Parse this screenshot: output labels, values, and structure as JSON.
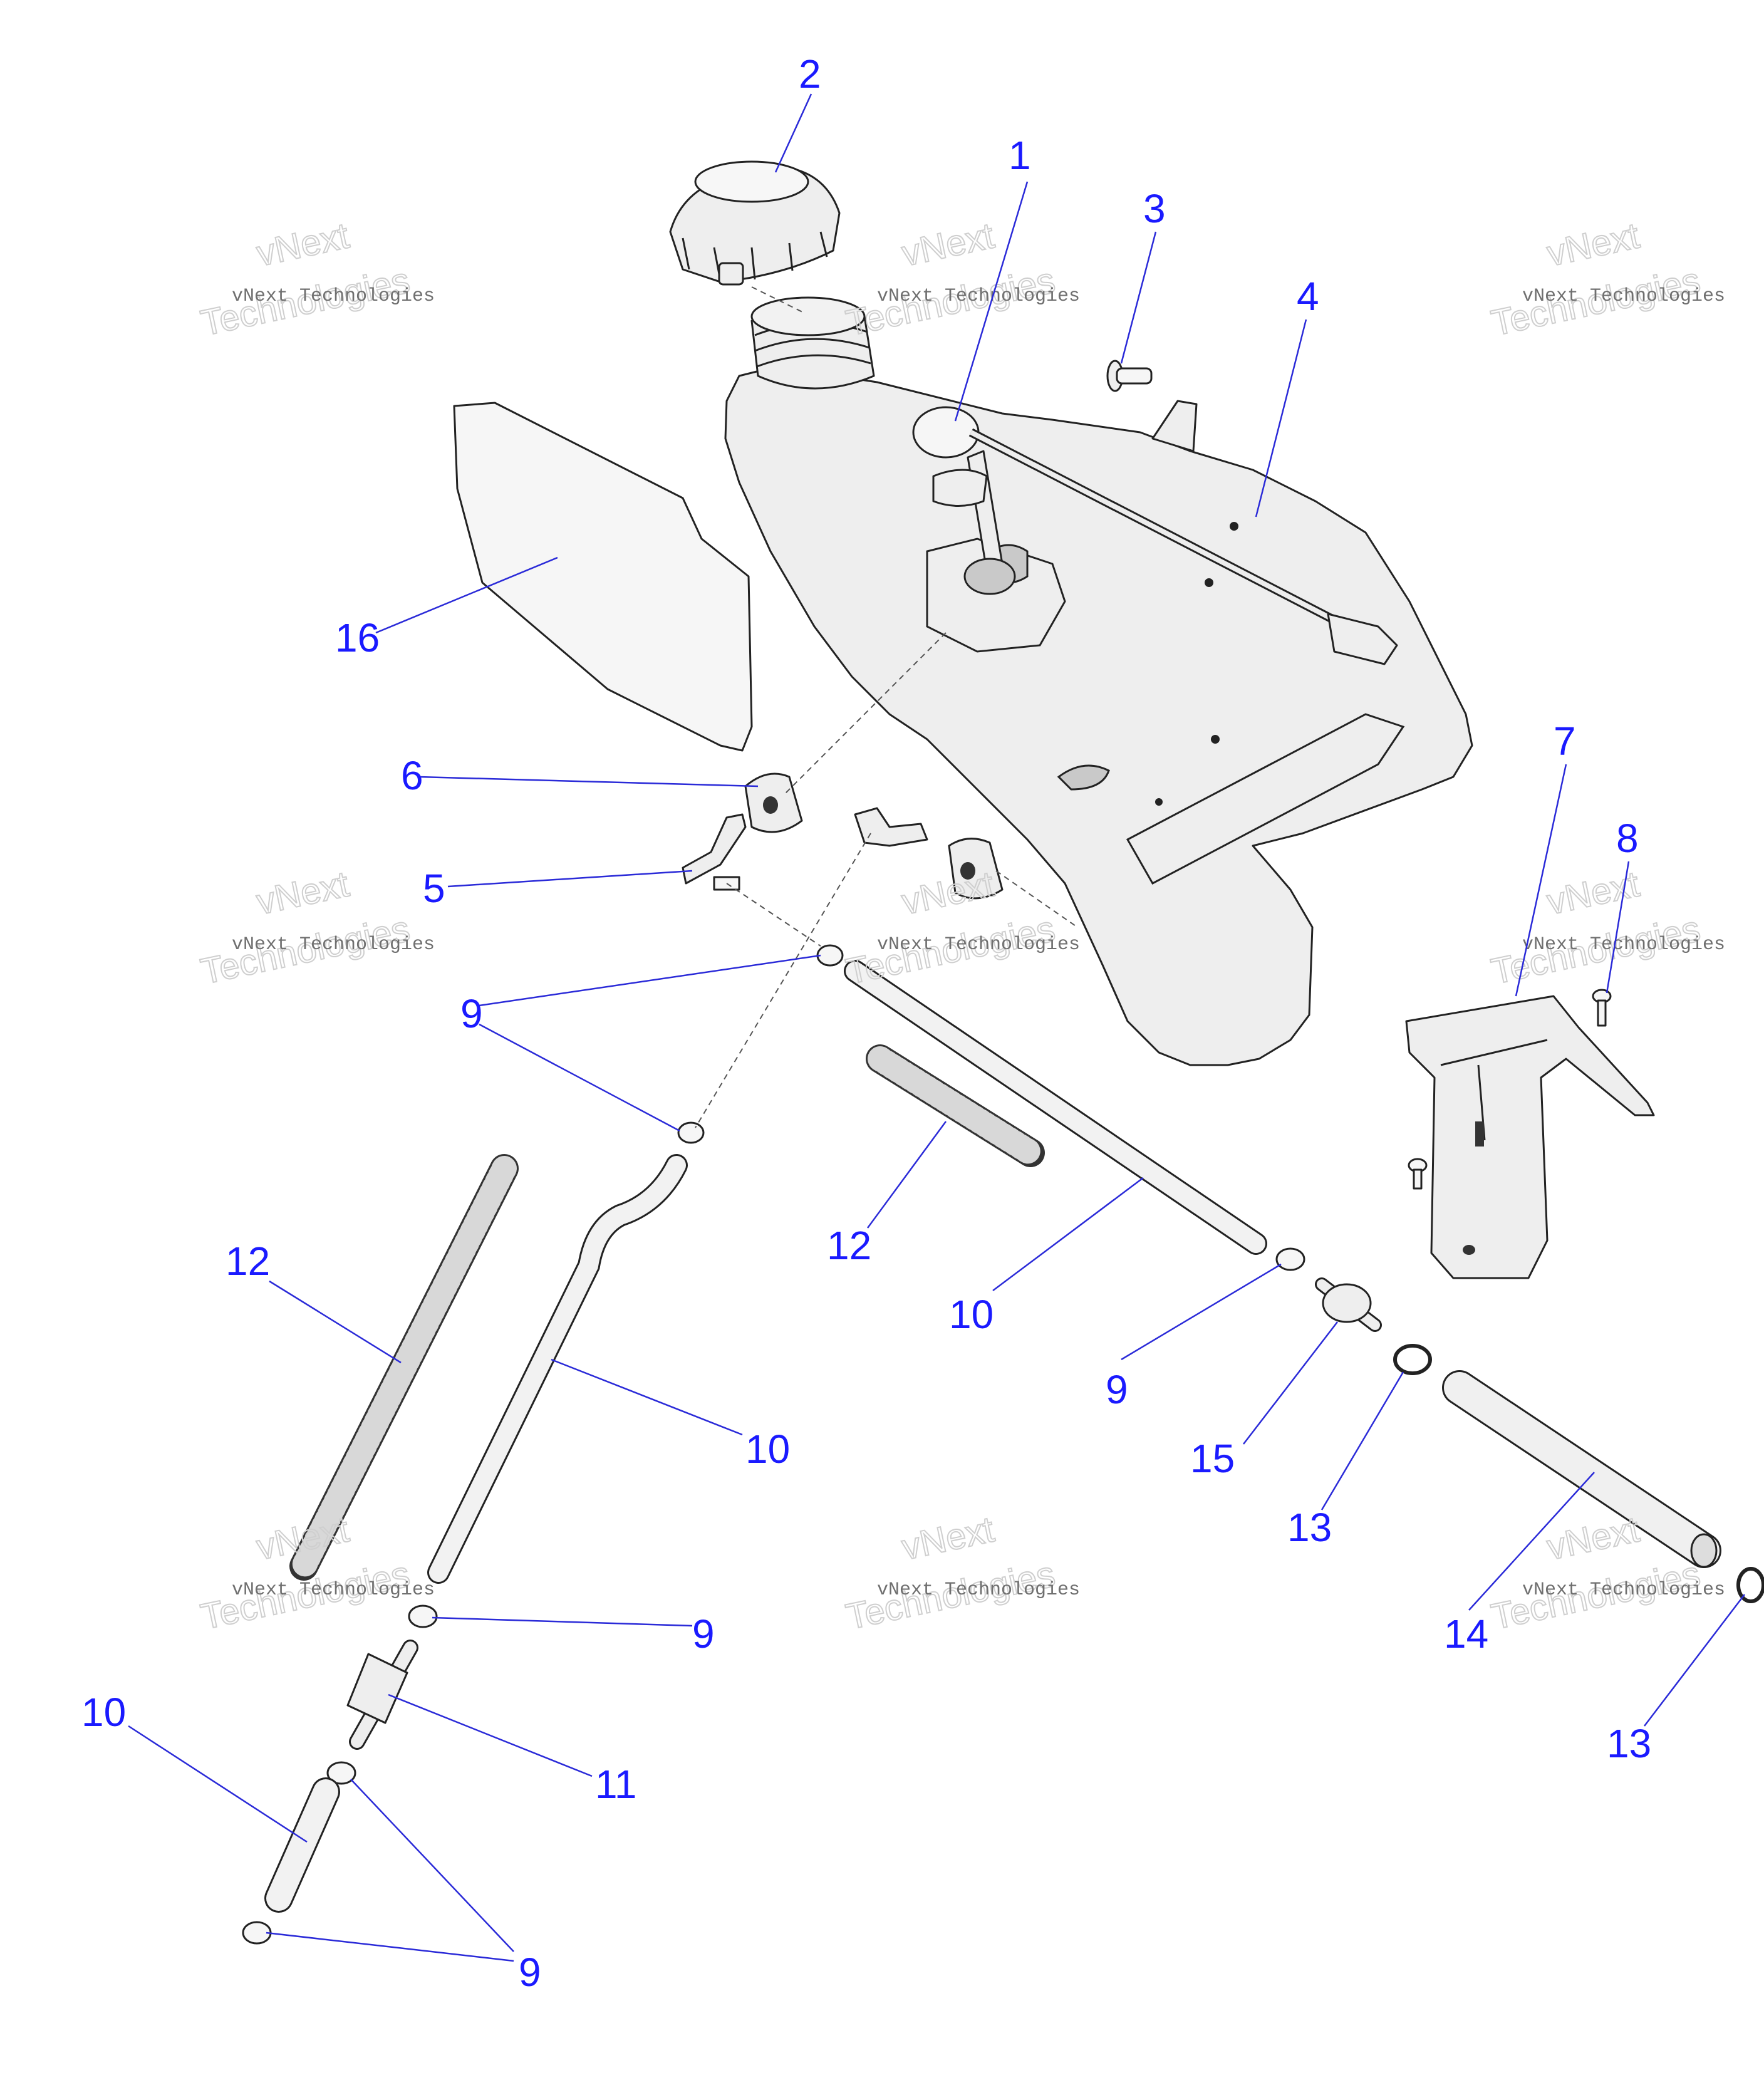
{
  "watermark": {
    "line1": "vNext Technologies",
    "line2a": "vNext",
    "line2b": "Technologies"
  },
  "callouts": [
    {
      "id": "c1",
      "label": "1"
    },
    {
      "id": "c2",
      "label": "2"
    },
    {
      "id": "c3",
      "label": "3"
    },
    {
      "id": "c4",
      "label": "4"
    },
    {
      "id": "c5",
      "label": "5"
    },
    {
      "id": "c6",
      "label": "6"
    },
    {
      "id": "c7",
      "label": "7"
    },
    {
      "id": "c8",
      "label": "8"
    },
    {
      "id": "c9a",
      "label": "9"
    },
    {
      "id": "c9b",
      "label": "9"
    },
    {
      "id": "c9c",
      "label": "9"
    },
    {
      "id": "c9d",
      "label": "9"
    },
    {
      "id": "c10a",
      "label": "10"
    },
    {
      "id": "c10b",
      "label": "10"
    },
    {
      "id": "c10c",
      "label": "10"
    },
    {
      "id": "c11",
      "label": "11"
    },
    {
      "id": "c12a",
      "label": "12"
    },
    {
      "id": "c12b",
      "label": "12"
    },
    {
      "id": "c13a",
      "label": "13"
    },
    {
      "id": "c13b",
      "label": "13"
    },
    {
      "id": "c14",
      "label": "14"
    },
    {
      "id": "c15",
      "label": "15"
    },
    {
      "id": "c16",
      "label": "16"
    }
  ]
}
